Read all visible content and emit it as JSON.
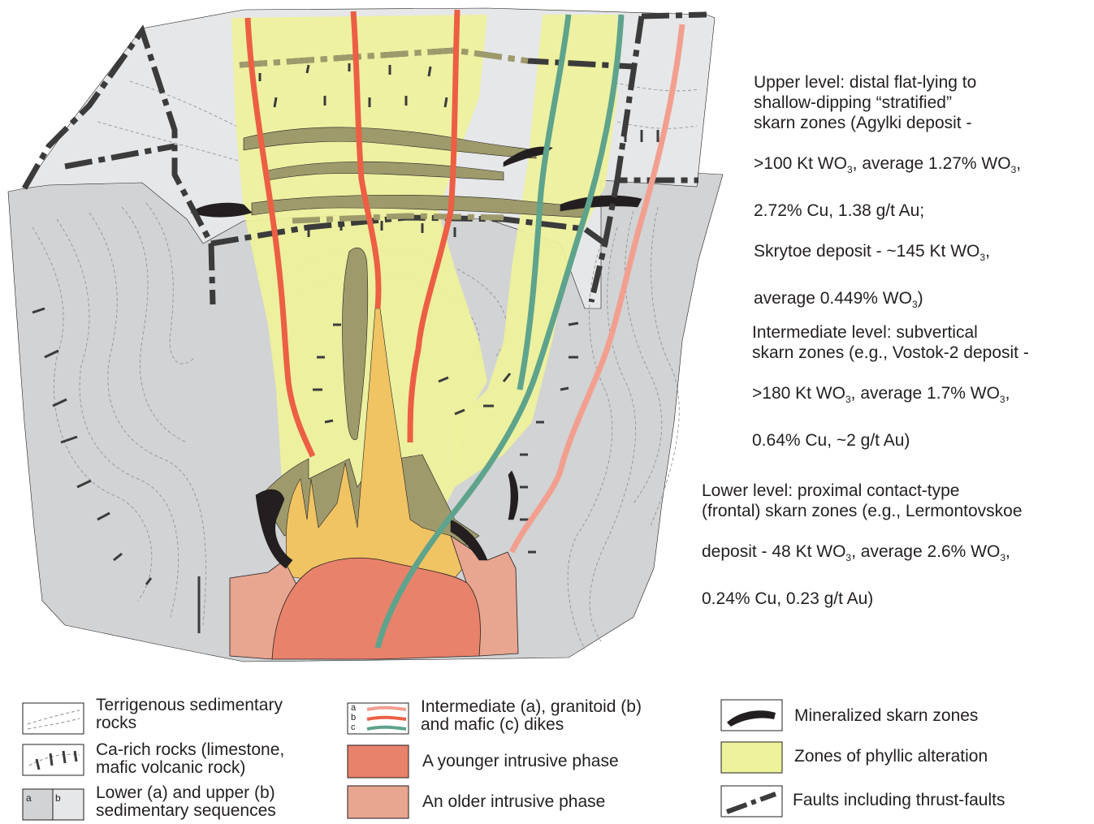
{
  "annotations": {
    "upper_level": {
      "intro": "Upper level: distal flat-lying to\nshallow-dipping “stratified”\nskarn zones (Agylki deposit -",
      "line4a": ">100 Kt WO",
      "line4b": ", average 1.27% WO",
      "line4c": ",",
      "line5": "2.72% Cu, 1.38 g/t Au;",
      "line6a": "Skrytoe deposit - ~145 Kt WO",
      "line6b": ",",
      "line7a": "average 0.449% WO",
      "line7b": ")"
    },
    "intermediate_level": {
      "intro": "Intermediate level: subvertical\nskarn zones (e.g., Vostok-2 deposit -",
      "line3a": ">180 Kt WO",
      "line3b": ", average 1.7% WO",
      "line3c": ",",
      "line4": "0.64% Cu, ~2 g/t Au)"
    },
    "lower_level": {
      "intro": "Lower level: proximal contact-type\n(frontal) skarn zones (e.g., Lermontovskoe",
      "line3a": "deposit - 48 Kt WO",
      "line3b": ", average 2.6% WO",
      "line3c": ",",
      "line4": "0.24% Cu, 0.23 g/t Au)"
    },
    "subscript": "3"
  },
  "legend": {
    "terrigenous": "Terrigenous sedimentary\n rocks",
    "ca_rich": "Ca-rich rocks (limestone,\nmafic volcanic rock)",
    "sequences": "Lower (a) and upper (b)\nsedimentary sequences",
    "sequences_a": "a",
    "sequences_b": "b",
    "dikes": "Intermediate (a), granitoid (b)\nand mafic (c) dikes",
    "dike_a": "a",
    "dike_b": "b",
    "dike_c": "c",
    "younger": "A younger intrusive phase",
    "older": "An older intrusive phase",
    "skarn": "Mineralized skarn zones",
    "phyllic": "Zones of phyllic alteration",
    "faults": "Faults including thrust-faults"
  },
  "colors": {
    "lower_sequence": "#d1d3d4",
    "upper_sequence": "#e6e7e8",
    "phyllic": "#eef29a",
    "skarn": "#231f20",
    "younger_intrusive": "#e8826b",
    "older_intrusive": "#e8a58f",
    "intrusion_halo": "#f0c363",
    "hornfels": "#9e9a6b",
    "dike_intermediate": "#f29f8f",
    "dike_granitoid": "#ec5f44",
    "dike_mafic": "#5ea38c",
    "fault": "#3b3b3b"
  }
}
